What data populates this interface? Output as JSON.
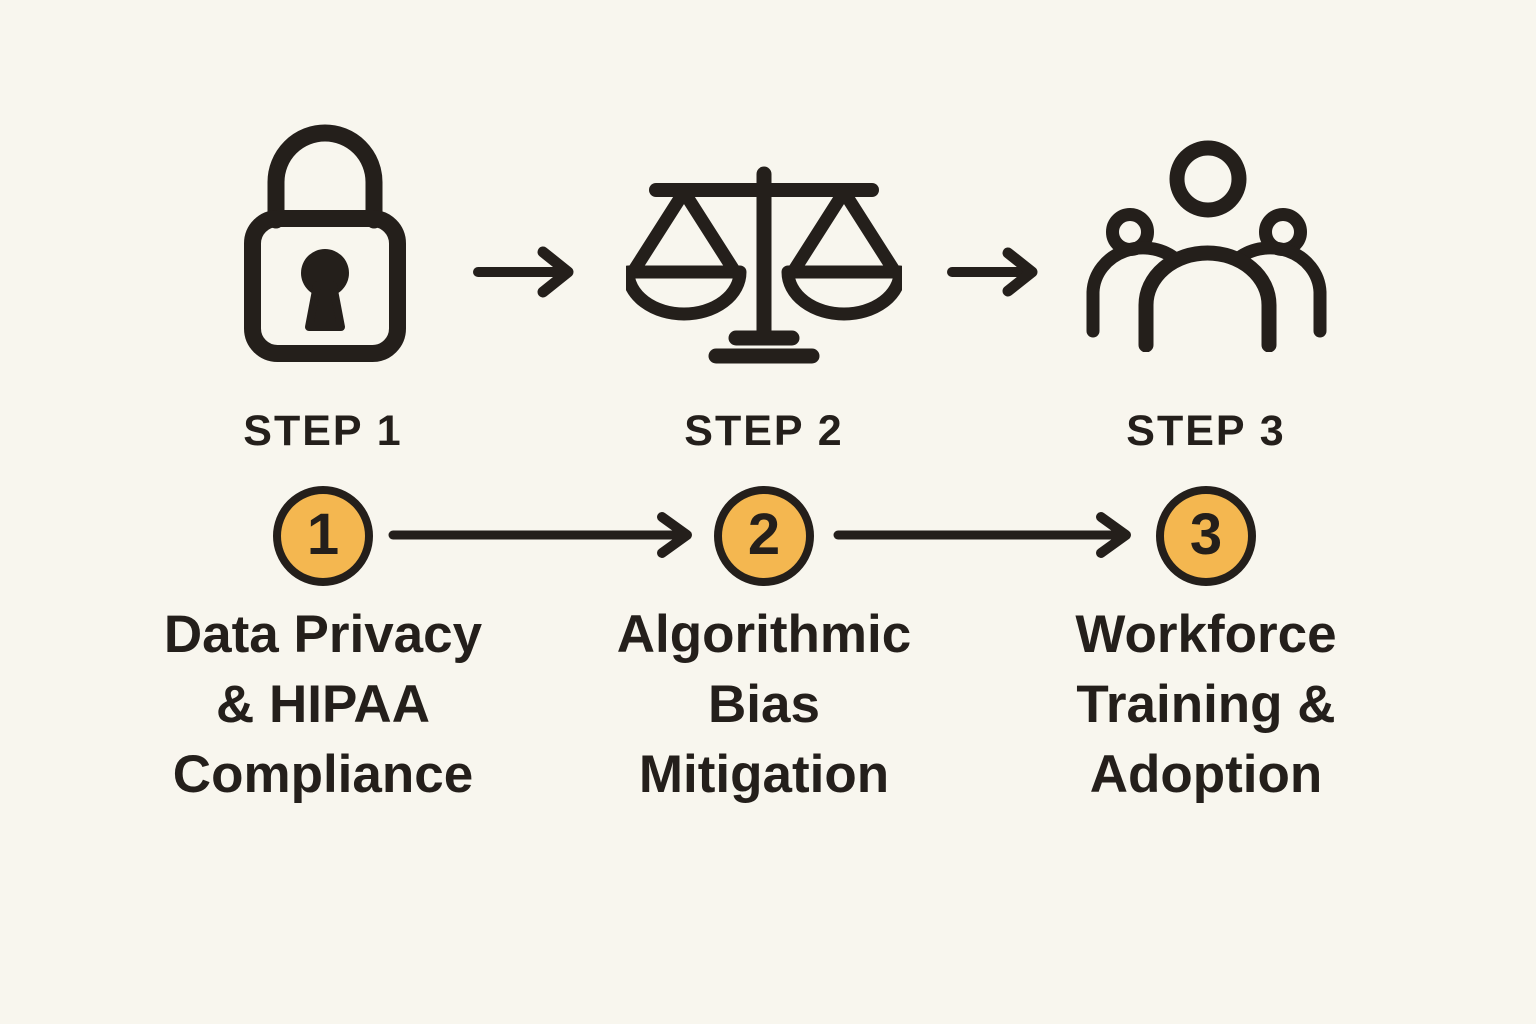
{
  "title": "Three step process infographic",
  "colors": {
    "bg": "#F8F6EE",
    "ink": "#241F1B",
    "accent": "#F4B750"
  },
  "separator_icon": "arrow-right-icon",
  "steps": [
    {
      "icon": "lock-icon",
      "step_label": "STEP 1",
      "number": "1",
      "caption_lines": [
        "Data Privacy",
        "& HIPAA",
        "Compliance"
      ]
    },
    {
      "icon": "scales-icon",
      "step_label": "STEP 2",
      "number": "2",
      "caption_lines": [
        "Algorithmic",
        "Bias",
        "Mitigation"
      ]
    },
    {
      "icon": "people-group-icon",
      "step_label": "STEP 3",
      "number": "3",
      "caption_lines": [
        "Workforce",
        "Training &",
        "Adoption"
      ]
    }
  ]
}
